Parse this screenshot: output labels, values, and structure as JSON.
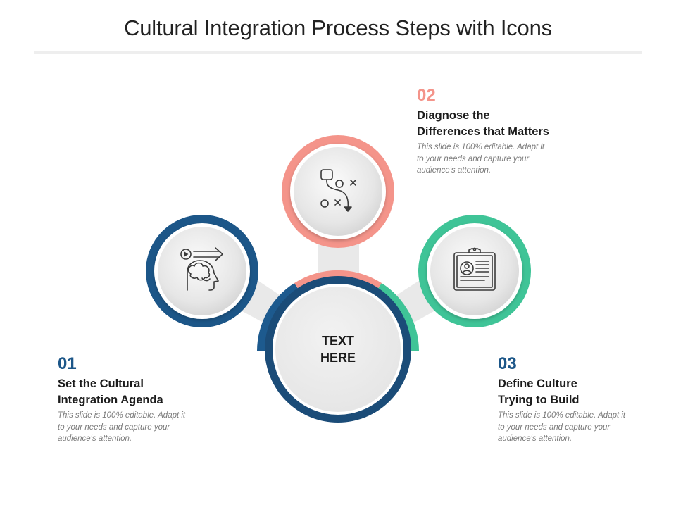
{
  "title": "Cultural Integration Process Steps with Icons",
  "center": {
    "line1": "TEXT",
    "line2": "HERE"
  },
  "steps": [
    {
      "number": "01",
      "heading_line1": "Set the Cultural",
      "heading_line2": "Integration Agenda",
      "desc_line1": "This slide is 100% editable. Adapt it",
      "desc_line2": "to your needs and capture your",
      "desc_line3": "audience's attention.",
      "color": "#1c5688",
      "icon": "head-strategy-icon"
    },
    {
      "number": "02",
      "heading_line1": "Diagnose the",
      "heading_line2": "Differences that Matters",
      "desc_line1": "This slide is 100% editable. Adapt it",
      "desc_line2": "to your needs and capture your",
      "desc_line3": "audience's attention.",
      "color": "#f4948a",
      "icon": "strategy-plan-icon"
    },
    {
      "number": "03",
      "heading_line1": "Define Culture",
      "heading_line2": "Trying to Build",
      "desc_line1": "This slide is 100% editable. Adapt it",
      "desc_line2": "to your needs and capture your",
      "desc_line3": "audience's attention.",
      "color": "#3fc497",
      "icon": "clipboard-profile-icon"
    }
  ],
  "colors": {
    "center_ring": "#1b4c78",
    "connector": "#e9e9e9",
    "inner_gray": "#eeeeee"
  }
}
